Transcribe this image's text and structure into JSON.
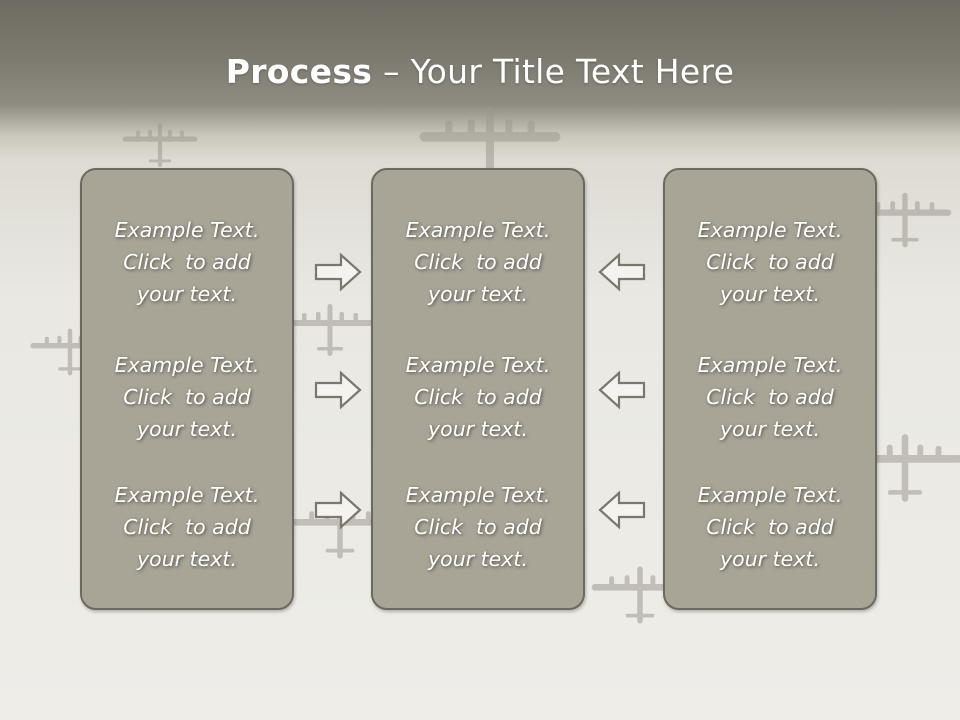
{
  "slide": {
    "title_bold": "Process",
    "title_rest": " – Your Title Text Here"
  },
  "panels": [
    {
      "blocks": [
        {
          "line1": "Example Text.",
          "line2": "Click  to add",
          "line3": "your text."
        },
        {
          "line1": "Example Text.",
          "line2": "Click  to add",
          "line3": "your text."
        },
        {
          "line1": "Example Text.",
          "line2": "Click  to add",
          "line3": "your text."
        }
      ]
    },
    {
      "blocks": [
        {
          "line1": "Example Text.",
          "line2": "Click  to add",
          "line3": "your text."
        },
        {
          "line1": "Example Text.",
          "line2": "Click  to add",
          "line3": "your text."
        },
        {
          "line1": "Example Text.",
          "line2": "Click  to add",
          "line3": "your text."
        }
      ]
    },
    {
      "blocks": [
        {
          "line1": "Example Text.",
          "line2": "Click  to add",
          "line3": "your text."
        },
        {
          "line1": "Example Text.",
          "line2": "Click  to add",
          "line3": "your text."
        },
        {
          "line1": "Example Text.",
          "line2": "Click  to add",
          "line3": "your text."
        }
      ]
    }
  ],
  "arrows": {
    "left_group": "right-arrow-icon",
    "right_group": "left-arrow-icon"
  },
  "colors": {
    "panel_fill": "#a8a597",
    "panel_border": "#6c6a60",
    "arrow_stroke": "#7a776d",
    "title_band": "#7d7a70"
  }
}
